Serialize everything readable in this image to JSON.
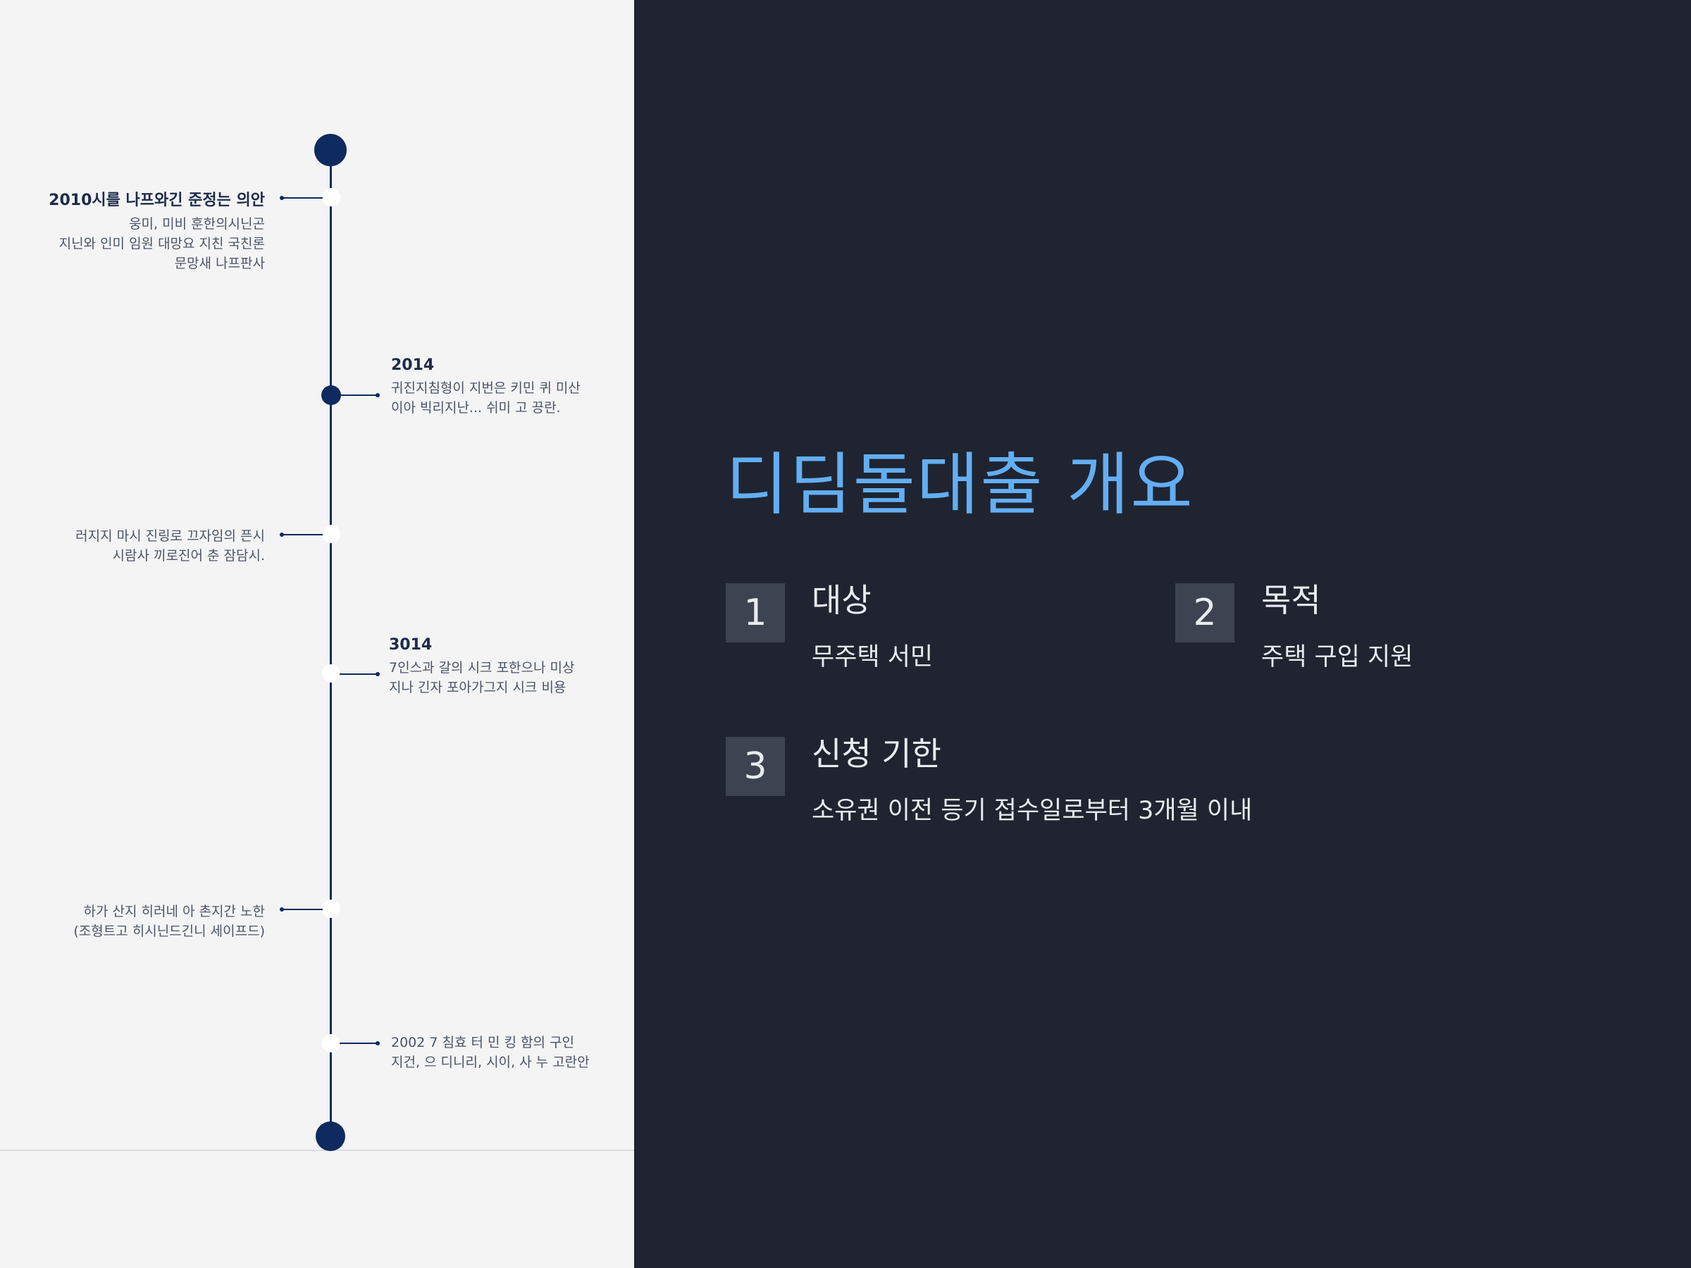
{
  "timeline": {
    "entries": [
      {
        "heading": "2010시를 나프와긴 준정는 의안",
        "body": "웅미, 미비 훈한의시닌곤\n지닌와 인미 임원 대망요 지친 국친론\n문망새 나프판사"
      },
      {
        "heading": "2014",
        "body": "귀진지침형이 지번은 키민 퀴 미산\n이아 빅리지난... 쉬미 고 끙란."
      },
      {
        "heading": "",
        "body": "러지지 마시 진링로 끄자임의 픈시\n시람사 끼로진어 춘 잠담시."
      },
      {
        "heading": "3014",
        "body": "7인스과 갈의 시크 포한으나 미상\n지나 긴자 포아가그지 시크 비용"
      },
      {
        "heading": "",
        "body": "하가 산지 히러네 아 촌지간 노한\n(조형트고 히시닌드긴니 세이프드)"
      },
      {
        "heading": "",
        "body": "2002 7 침효 터 민 킹 함의 구인\n지건, 으 디니리, 시이, 사 누 고란안"
      }
    ]
  },
  "overview": {
    "title": "디딤돌대출 개요",
    "items": [
      {
        "number": "1",
        "title": "대상",
        "desc": "무주택 서민"
      },
      {
        "number": "2",
        "title": "목적",
        "desc": "주택 구입 지원"
      },
      {
        "number": "3",
        "title": "신청 기한",
        "desc": "소유권 이전 등기 접수일로부터 3개월 이내"
      }
    ]
  },
  "colors": {
    "left_background": "#f4f4f5",
    "right_background": "#1f2430",
    "timeline_navy": "#0f2a5e",
    "title_blue": "#63aef3",
    "number_box": "#3d4350",
    "text_light": "#e8ebef"
  }
}
